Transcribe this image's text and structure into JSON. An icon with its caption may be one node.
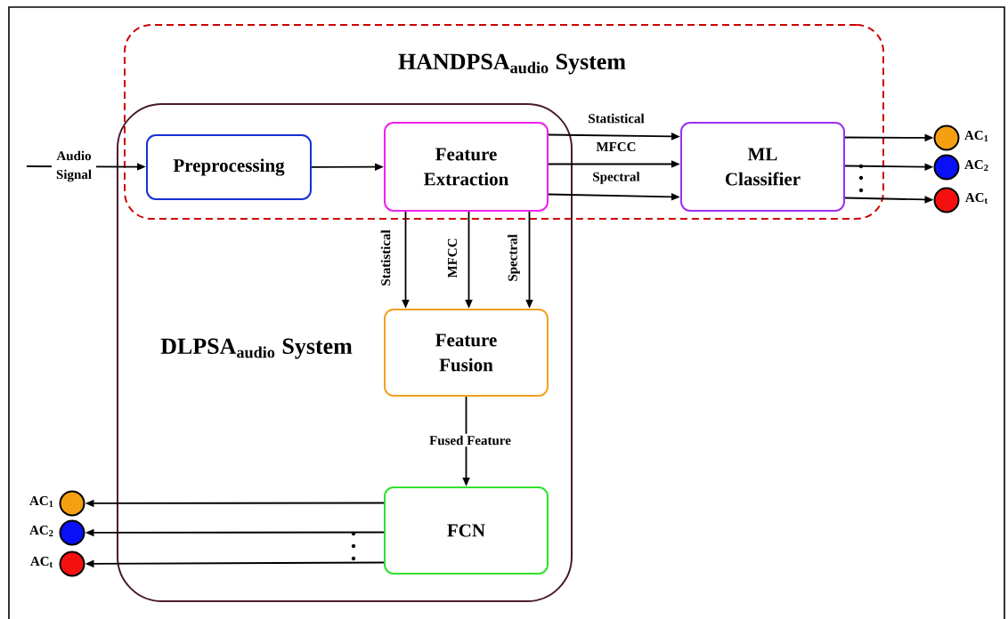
{
  "diagram": {
    "nodes": [
      {
        "text": [
          "HANDPSA$_{audio}$ System"
        ]
      },
      {
        "text": [
          "DLPSA$_{audio}$ System"
        ]
      },
      {
        "text": [
          "Preprocessing"
        ]
      },
      {
        "text": [
          "Feature Extraction"
        ]
      },
      {
        "text": [
          "ML Classifier"
        ],
        "in": 0
      },
      {
        "text": [
          "Feature Fusion"
        ],
        "in": 1
      },
      {
        "text": [
          "FCN"
        ],
        "in": 1
      },
      {
        "text": [],
        "shape": "circle",
        "beside": [
          "AC$_{1}$"
        ]
      },
      {
        "text": [],
        "shape": "circle",
        "beside": [
          "AC$_{2}$"
        ]
      },
      {
        "text": [],
        "shape": "circle",
        "beside": [
          "AC$_{t}$"
        ]
      },
      {
        "text": [],
        "shape": "circle",
        "beside": [
          "AC$_{1}$"
        ]
      },
      {
        "text": [],
        "shape": "circle",
        "beside": [
          "AC$_{2}$"
        ]
      },
      {
        "text": [],
        "shape": "circle",
        "beside": [
          "AC$_{t}$"
        ]
      }
    ],
    "edges": [
      {
        "from": null,
        "to": 2,
        "arrow": "to",
        "label": "Audio Signal"
      },
      {
        "from": 2,
        "to": 3,
        "arrow": "to"
      },
      {
        "from": 3,
        "to": 4,
        "arrow": "to",
        "label": "Statistical"
      },
      {
        "from": 3,
        "to": 4,
        "arrow": "to",
        "label": "MFCC"
      },
      {
        "from": 3,
        "to": 4,
        "arrow": "to",
        "label": "Spectral"
      },
      {
        "from": 3,
        "to": 5,
        "arrow": "to",
        "label": "Statistical"
      },
      {
        "from": 3,
        "to": 5,
        "arrow": "to",
        "label": "MFCC"
      },
      {
        "from": 3,
        "to": 5,
        "arrow": "to",
        "label": "Spectral"
      },
      {
        "from": 5,
        "to": 6,
        "arrow": "to",
        "label": "Fused Feature"
      },
      {
        "from": 4,
        "to": 7,
        "arrow": "to"
      },
      {
        "from": 4,
        "to": 8,
        "arrow": "to"
      },
      {
        "from": 4,
        "to": 9,
        "arrow": "to"
      },
      {
        "from": 6,
        "to": 10,
        "arrow": "to"
      },
      {
        "from": 6,
        "to": 11,
        "arrow": "to"
      },
      {
        "from": 6,
        "to": 12,
        "arrow": "to"
      }
    ]
  }
}
